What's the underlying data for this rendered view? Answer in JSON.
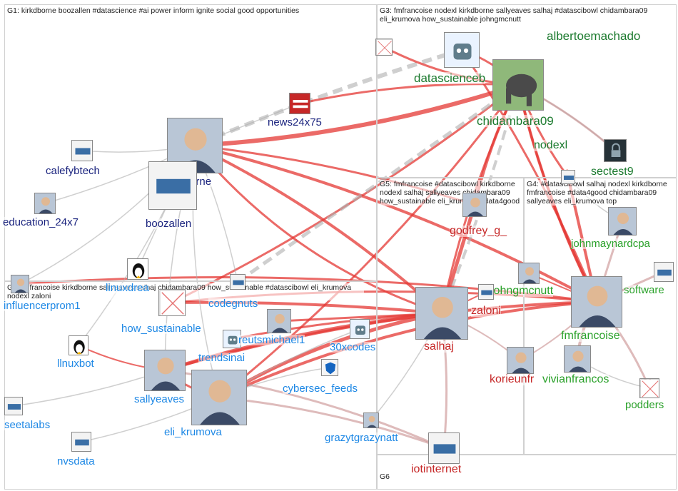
{
  "groups": [
    {
      "id": "G1",
      "label": "G1: kirkdborne boozallen #datascience #ai power inform ignite social good opportunities"
    },
    {
      "id": "G2",
      "label": "G2: fmfrancoise kirkdborne sallyeaves salhaj chidambara09 how_sustainable #datascibowl eli_krumova nodexl zaloni"
    },
    {
      "id": "G3",
      "label": "G3: fmfrancoise nodexl kirkdborne sallyeaves salhaj #datascibowl chidambara09 eli_krumova how_sustainable johngmcnutt"
    },
    {
      "id": "G4",
      "label": "G4: #datascibowl salhaj nodexl kirkdborne fmfrancoise #data4good chidambara09 sallyeaves eli_krumova top"
    },
    {
      "id": "G5",
      "label": "G5: fmfrancoise #datascibowl kirkdborne nodexl salhaj sallyeaves chidambara09 how_sustainable eli_krumova #data4good"
    },
    {
      "id": "G6",
      "label": "G6"
    }
  ],
  "colors": {
    "g1_text": "#1a237e",
    "g2_text": "#1e88e5",
    "g3_text": "#1b7a2e",
    "g4_text": "#2aa12a",
    "g5_text": "#c62828",
    "red_edge": "#e53935",
    "gray_edge": "#9e9e9e",
    "pink_edge": "#c98f8f",
    "box": "#d0d0d0"
  },
  "nodes": [
    {
      "id": "kirkdborne",
      "label": "kirkdborne",
      "group": 1,
      "img": "person-icon"
    },
    {
      "id": "boozallen",
      "label": "boozallen",
      "group": 1,
      "img": "logo-icon"
    },
    {
      "id": "news24x75",
      "label": "news24x75",
      "group": 1,
      "img": "news-icon"
    },
    {
      "id": "calefybtech",
      "label": "calefybtech",
      "group": 1,
      "img": "logo-icon"
    },
    {
      "id": "education_24x7",
      "label": "education_24x7",
      "group": 1,
      "img": "person-icon"
    },
    {
      "id": "codegnuts",
      "label": "codegnuts",
      "group": 2,
      "img": "logo-icon"
    },
    {
      "id": "influencerprom1",
      "label": "influencerprom1",
      "group": 2,
      "img": "person-icon"
    },
    {
      "id": "linuxdream",
      "label": "linuxdrea",
      "group": 2,
      "img": "penguin-icon"
    },
    {
      "id": "how_sustainable",
      "label": "how_sustainable",
      "group": 2,
      "img": "broken-image-icon"
    },
    {
      "id": "llnuxbot",
      "label": "llnuxbot",
      "group": 2,
      "img": "penguin-icon"
    },
    {
      "id": "trendsinai",
      "label": "trendsinai",
      "group": 2,
      "img": "robot-icon"
    },
    {
      "id": "reutsmichael1",
      "label": "reutsmichael1",
      "group": 2,
      "img": "person-icon"
    },
    {
      "id": "30xcodes",
      "label": "30xcodes",
      "group": 2,
      "img": "robot-icon"
    },
    {
      "id": "sallyeaves",
      "label": "sallyeaves",
      "group": 2,
      "img": "person-icon"
    },
    {
      "id": "eli_krumova",
      "label": "eli_krumova",
      "group": 2,
      "img": "person-icon"
    },
    {
      "id": "cybersec_feeds",
      "label": "cybersec_feeds",
      "group": 2,
      "img": "shield-icon"
    },
    {
      "id": "seetalabs",
      "label": "seetalabs",
      "group": 2,
      "img": "logo-icon"
    },
    {
      "id": "nvsdata",
      "label": "nvsdata",
      "group": 2,
      "img": "logo-icon"
    },
    {
      "id": "grazytgrazynatt",
      "label": "grazytgrazynatt",
      "group": 2,
      "img": "person-icon"
    },
    {
      "id": "datascienceb",
      "label": "datascienceb",
      "group": 3,
      "img": "robot-icon"
    },
    {
      "id": "albertoemachado",
      "label": "albertoemachado",
      "group": 3,
      "img": "broken-image-icon"
    },
    {
      "id": "chidambara09",
      "label": "chidambara09",
      "group": 3,
      "img": "elephant-icon"
    },
    {
      "id": "nodexl",
      "label": "nodexl",
      "group": 3,
      "img": "logo-icon"
    },
    {
      "id": "sectest9",
      "label": "sectest9",
      "group": 3,
      "img": "security-icon"
    },
    {
      "id": "johnmaynardcpa",
      "label": "johnmaynardcpa",
      "group": 4,
      "img": "person-icon"
    },
    {
      "id": "software",
      "label": "software",
      "group": 4,
      "img": "logo-icon"
    },
    {
      "id": "johngmcnutt",
      "label": "johngmcnutt",
      "group": 4,
      "img": "person-icon"
    },
    {
      "id": "fmfrancoise",
      "label": "fmfrancoise",
      "group": 4,
      "img": "person-icon"
    },
    {
      "id": "vivianfrancos",
      "label": "vivianfrancos",
      "group": 4,
      "img": "person-icon"
    },
    {
      "id": "podders",
      "label": "podders",
      "group": 4,
      "img": "broken-image-icon"
    },
    {
      "id": "godfrey_g_",
      "label": "godfrey_g_",
      "group": 5,
      "img": "person-icon"
    },
    {
      "id": "salhaj",
      "label": "salhaj",
      "group": 5,
      "img": "person-icon"
    },
    {
      "id": "zaloni",
      "label": "zaloni",
      "group": 5,
      "img": "logo-icon"
    },
    {
      "id": "korieunf",
      "label": "korieunfr",
      "group": 5,
      "img": "person-icon"
    },
    {
      "id": "iotinternet",
      "label": "iotinternet",
      "group": 5,
      "img": "logo-icon"
    }
  ]
}
